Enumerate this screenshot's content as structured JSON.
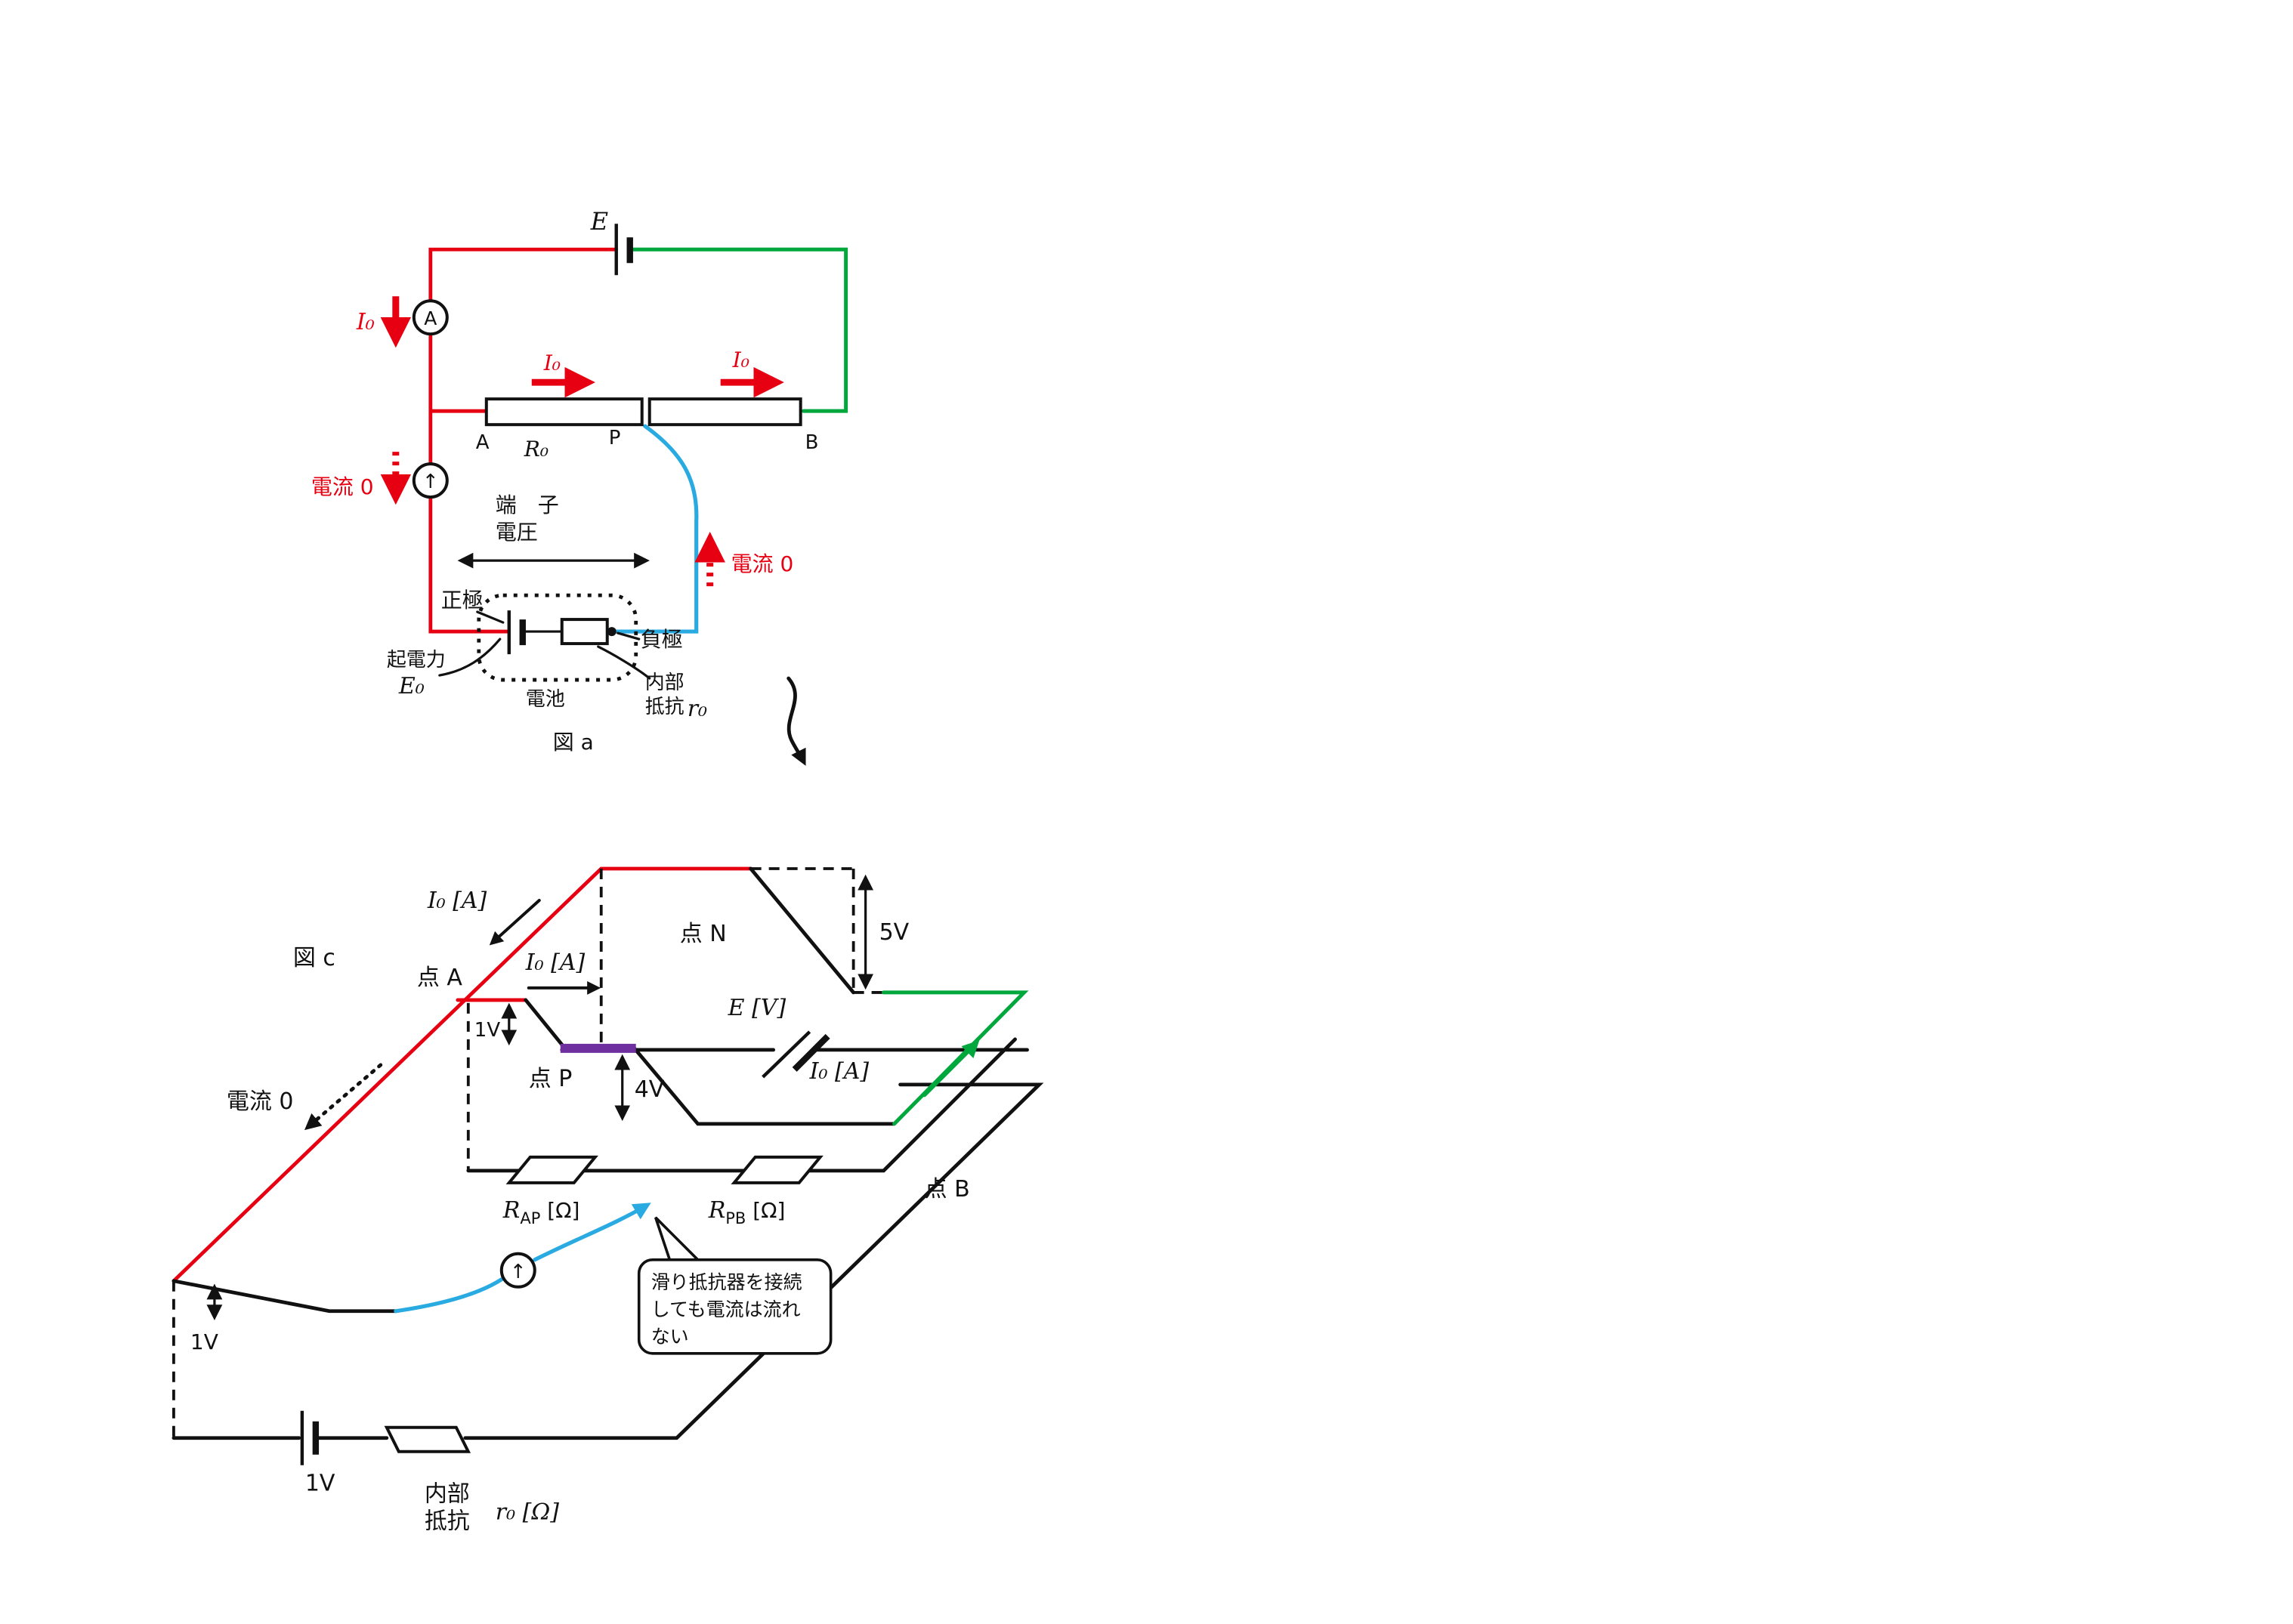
{
  "figure_a": {
    "caption": "図 a",
    "battery_E": "E",
    "ammeter_label": "A",
    "galvanometer_arrow": "↑",
    "current_I0": "I₀",
    "current_zero": "電流 0",
    "node_A": "A",
    "node_P": "P",
    "node_B": "B",
    "resistor_R0": "R₀",
    "terminal_voltage_line1": "端　子",
    "terminal_voltage_line2": "電圧",
    "positive_electrode": "正極",
    "negative_electrode": "負極",
    "emf_label": "起電力",
    "emf_symbol": "E₀",
    "battery_word": "電池",
    "internal_resistance_line1": "内部",
    "internal_resistance_line2": "抵抗",
    "internal_resistance_symbol": "r₀"
  },
  "figure_c": {
    "caption": "図 c",
    "current_I0_A": "I₀ [A]",
    "point_N": "点 N",
    "point_A": "点 A",
    "point_P": "点 P",
    "point_B": "点 B",
    "drop_5V": "5V",
    "drop_4V": "4V",
    "drop_1V": "1V",
    "emf_E": "E [V]",
    "current_zero": "電流 0",
    "r_AP": {
      "base": "R",
      "sub": "AP",
      "unit": " [Ω]"
    },
    "r_PB": {
      "base": "R",
      "sub": "PB",
      "unit": " [Ω]"
    },
    "galvanometer_arrow": "↑",
    "bubble_line1": "滑り抵抗器を接続",
    "bubble_line2": "しても電流は流れ",
    "bubble_line3": "ない",
    "battery_1V": "1V",
    "internal_resistance_line1": "内部",
    "internal_resistance_line2": "抵抗",
    "internal_resistance_symbol": "r₀ [Ω]"
  },
  "colors": {
    "red": "#e60012",
    "green": "#00a73c",
    "blue": "#29abe2",
    "purple": "#6f2f9f",
    "black": "#111111"
  }
}
